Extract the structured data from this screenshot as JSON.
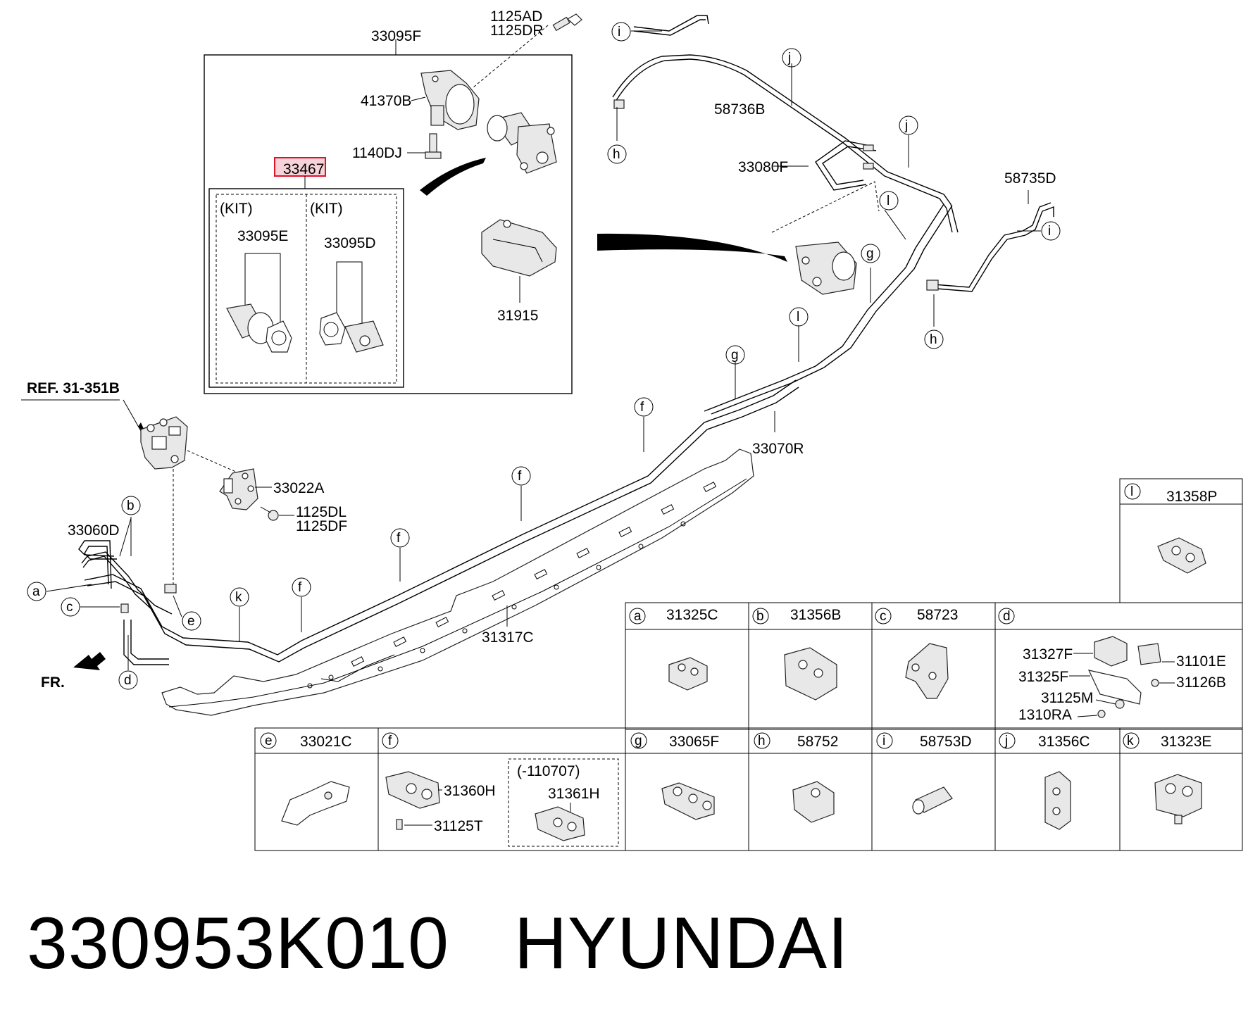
{
  "callouts": {
    "p33095F": "33095F",
    "p1125AD": "1125AD",
    "p1125DR": "1125DR",
    "p41370B": "41370B",
    "p1140DJ": "1140DJ",
    "p33467": "33467",
    "kit_left": "(KIT)",
    "kit_right": "(KIT)",
    "p33095E": "33095E",
    "p33095D": "33095D",
    "p31915": "31915",
    "p58736B": "58736B",
    "p33080F": "33080F",
    "p58735D": "58735D",
    "p33070R": "33070R",
    "ref": "REF. 31-351B",
    "p33022A": "33022A",
    "p1125DL": "1125DL",
    "p1125DF": "1125DF",
    "p33060D": "33060D",
    "p31317C": "31317C",
    "fr": "FR."
  },
  "letters": {
    "a": "a",
    "b": "b",
    "c": "c",
    "d": "d",
    "e": "e",
    "f": "f",
    "g": "g",
    "h": "h",
    "i": "i",
    "j": "j",
    "k": "k",
    "l": "l"
  },
  "table": {
    "a": "31325C",
    "b": "31356B",
    "c": "58723",
    "d_31327F": "31327F",
    "d_31101E": "31101E",
    "d_31325F": "31325F",
    "d_31126B": "31126B",
    "d_31125M": "31125M",
    "d_1310RA": "1310RA",
    "e": "33021C",
    "f_31360H": "31360H",
    "f_31125T": "31125T",
    "f_range": "(-110707)",
    "f_31361H": "31361H",
    "g": "33065F",
    "h": "58752",
    "i": "58753D",
    "j": "31356C",
    "k": "31323E",
    "l": "31358P"
  },
  "footer": {
    "part_number": "330953K010",
    "brand": "HYUNDAI"
  },
  "colors": {
    "highlight_fill": "#f6d3d8",
    "highlight_stroke": "#e0102a"
  }
}
